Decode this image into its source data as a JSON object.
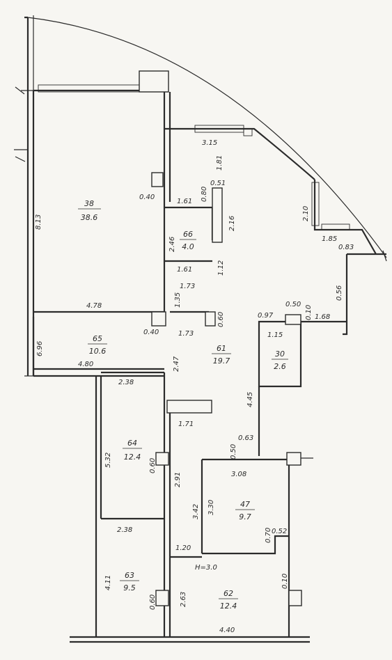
{
  "rooms": [
    {
      "id": "r38",
      "number": "38",
      "area": "38.6"
    },
    {
      "id": "r66",
      "number": "66",
      "area": "4.0"
    },
    {
      "id": "r65",
      "number": "65",
      "area": "10.6"
    },
    {
      "id": "r61",
      "number": "61",
      "area": "19.7"
    },
    {
      "id": "r30",
      "number": "30",
      "area": "2.6"
    },
    {
      "id": "r64",
      "number": "64",
      "area": "12.4"
    },
    {
      "id": "r47",
      "number": "47",
      "area": "9.7"
    },
    {
      "id": "r63",
      "number": "63",
      "area": "9.5"
    },
    {
      "id": "r62",
      "number": "62",
      "area": "12.4"
    }
  ],
  "dims": [
    "8.13",
    "3.15",
    "1.81",
    "0.51",
    "1.61",
    "0.80",
    "2.16",
    "0.40",
    "2.10",
    "1.85",
    "0.83",
    "0.56",
    "2.46",
    "1.61",
    "1.12",
    "1.73",
    "1.35",
    "4.78",
    "0.97",
    "0.50",
    "0.10",
    "1.68",
    "0.60",
    "6.96",
    "0.40",
    "1.73",
    "1.15",
    "2.47",
    "4.80",
    "2.38",
    "4.45",
    "1.71",
    "5.32",
    "0.63",
    "0.50",
    "0.60",
    "3.08",
    "2.91",
    "3.30",
    "3.42",
    "2.38",
    "0.70",
    "0.52",
    "1.20",
    "4.11",
    "0.60",
    "2.63",
    "0.10",
    "4.40"
  ],
  "height_label": "H=3.0",
  "colors": {
    "ink": "#2b2b2b",
    "paper": "#f7f6f2"
  }
}
